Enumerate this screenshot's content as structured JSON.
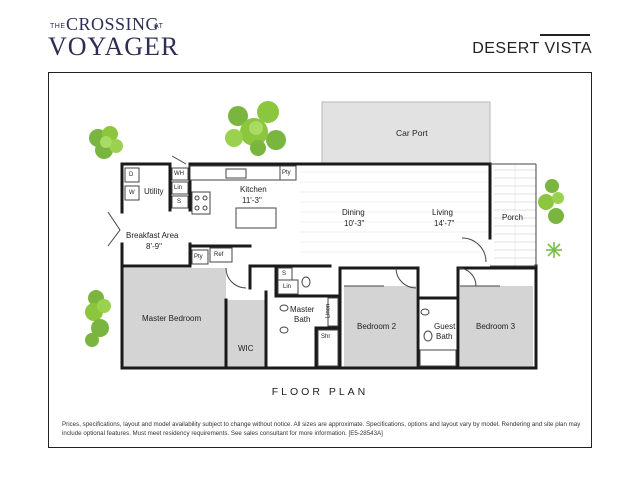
{
  "brand": {
    "the": "THE",
    "crossing": "CROSSING",
    "at": "AT",
    "voyager": "VOYAGER"
  },
  "model_name": "DESERT VISTA",
  "rooms": {
    "carport": "Car Port",
    "utility": "Utility",
    "kitchen_name": "Kitchen",
    "kitchen_size": "11'-3\"",
    "dining_name": "Dining",
    "dining_size": "10'-3\"",
    "living_name": "Living",
    "living_size": "14'-7\"",
    "porch": "Porch",
    "breakfast_name": "Breakfast Area",
    "breakfast_size": "8'-9\"",
    "master_bedroom": "Master Bedroom",
    "wic": "WIC",
    "master_bath_1": "Master",
    "master_bath_2": "Bath",
    "bedroom2": "Bedroom 2",
    "guest_bath_1": "Guest",
    "guest_bath_2": "Bath",
    "bedroom3": "Bedroom 3"
  },
  "fixtures": {
    "d": "D",
    "w": "W",
    "wh": "WH",
    "lin1": "Lin",
    "s1": "S",
    "pty_top": "Pty",
    "pty_bottom": "Pty",
    "ref": "Ref",
    "s2": "S",
    "lin2": "Lin",
    "linen": "Linen",
    "shr": "Shr"
  },
  "floor_plan_title": "FLOOR PLAN",
  "disclaimer": "Prices, specifications, layout and model availability subject to change without notice. All sizes are approximate. Specifications, options and layout vary by model. Rendering and site plan may include optional features. Must meet residency requirements. See sales consultant for more information. [E5-28543A]",
  "colors": {
    "navy": "#2d2d55",
    "wall": "#1a1a1a",
    "room_gray": "#d4d4d4",
    "carport_gray": "#e2e2e2",
    "tree_green": "#8cc63f",
    "plant_green": "#7abf43"
  }
}
